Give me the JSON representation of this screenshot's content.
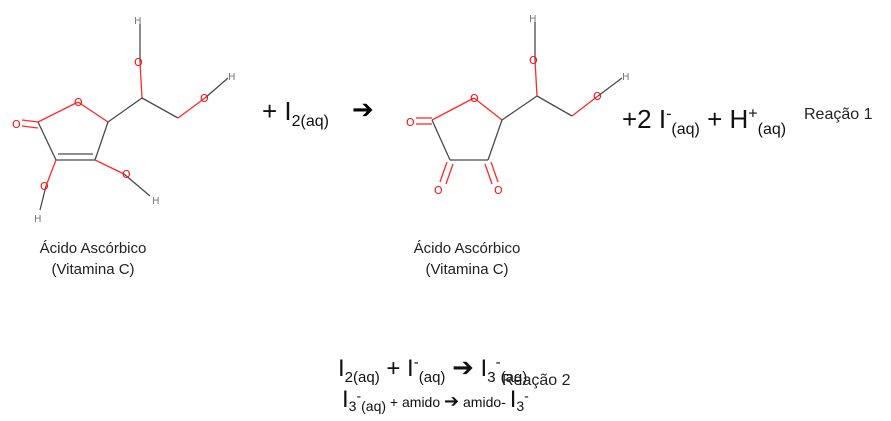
{
  "molecules": [
    {
      "name": "Ácido Ascórbico",
      "name2": "(Vitamina C)"
    },
    {
      "name": "Ácido Ascórbico",
      "name2": "(Vitamina C)"
    }
  ],
  "atoms": {
    "oxygen": "O",
    "hydrogen": "H"
  },
  "reaction1": {
    "plus_i2": "+ I",
    "i2_sub": "2(aq)",
    "arrow": "➔",
    "products_coef": "+2 I",
    "iodide_sup": "-",
    "iodide_sub": "(aq)",
    "plus_h": " + H",
    "h_sup": "+",
    "h_sub": "(aq)",
    "label": "Reação 1"
  },
  "reaction2": {
    "i2": "I",
    "i2_sub": "2(aq)",
    "plus_i": " + I",
    "i_sup": "-",
    "i_sub": "(aq)",
    "arrow": "➔",
    "i3": " I",
    "i3_sub": "3",
    "i3_sup": "-",
    "i3_sub2": "(aq)",
    "label": "Reação 2"
  },
  "reaction3": {
    "i3": "I",
    "i3_sub": "3",
    "i3_sup": "-",
    "i3_sub2": "(aq)",
    "plus_starch": " + amido ",
    "arrow": "➔",
    "product": " amido- ",
    "p_i3": "I",
    "p_sub": "3",
    "p_sup": "-"
  },
  "colors": {
    "oxygen": "#ff0d0d",
    "hydrogen": "#7a7a7a",
    "bond": "#4a4a4a"
  }
}
